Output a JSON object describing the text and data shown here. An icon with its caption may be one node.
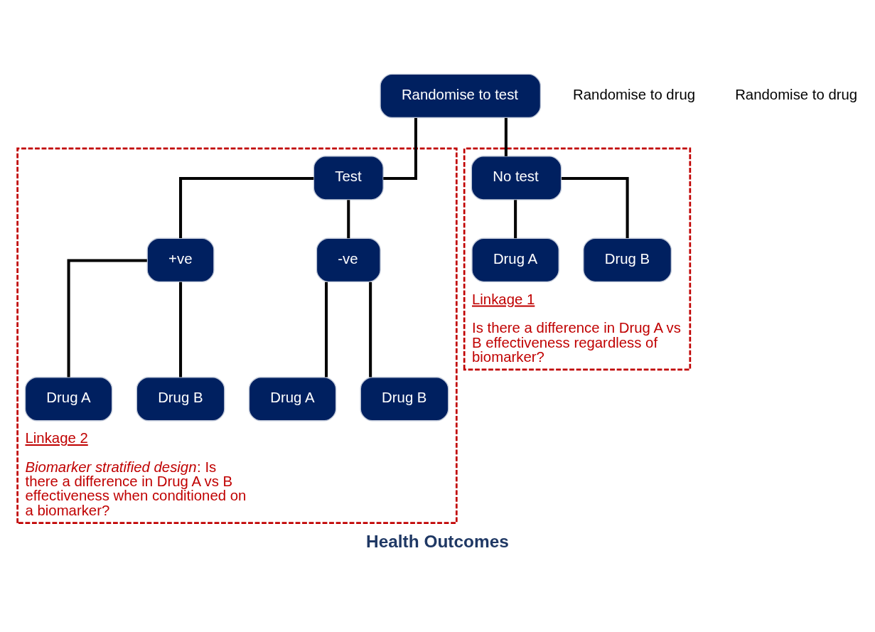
{
  "diagram": {
    "caption": "Health Outcomes",
    "nodes": [
      {
        "text": [
          "Linkage 2",
          "*Biomarker stratified design*: Is there a difference in Drug A vs B effectiveness when conditioned on a biomarker?"
        ]
      },
      {
        "text": [
          "Linkage 1",
          "Is there a difference in Drug A vs B effectiveness regardless of biomarker?"
        ]
      },
      {
        "text": [
          "Randomise to test"
        ]
      },
      {
        "text": [
          "Test"
        ],
        "in": 0
      },
      {
        "text": [
          "No test"
        ],
        "in": 1
      },
      {
        "text": [
          "+ve"
        ],
        "in": 0
      },
      {
        "text": [
          "-ve"
        ],
        "in": 0
      },
      {
        "text": [
          "Drug A"
        ],
        "in": 0
      },
      {
        "text": [
          "Drug B"
        ],
        "in": 0
      },
      {
        "text": [
          "Drug A"
        ],
        "in": 0
      },
      {
        "text": [
          "Drug B"
        ],
        "in": 0
      },
      {
        "text": [
          "Drug A"
        ],
        "in": 1
      },
      {
        "text": [
          "Drug B"
        ],
        "in": 1
      }
    ],
    "edges": [
      {
        "from": 2,
        "to": 3,
        "arrow": "none"
      },
      {
        "from": 2,
        "to": 4,
        "arrow": "none"
      },
      {
        "from": 3,
        "to": 5,
        "arrow": "none"
      },
      {
        "from": 3,
        "to": 6,
        "arrow": "none"
      },
      {
        "from": 5,
        "to": 7,
        "arrow": "none"
      },
      {
        "from": 5,
        "to": 8,
        "arrow": "none"
      },
      {
        "from": 6,
        "to": 9,
        "arrow": "none"
      },
      {
        "from": 6,
        "to": 10,
        "arrow": "none"
      },
      {
        "from": 4,
        "to": 11,
        "arrow": "none"
      },
      {
        "from": 4,
        "to": 12,
        "arrow": "none"
      }
    ],
    "labels": [
      "Randomise to drug",
      "Randomise to drug"
    ]
  }
}
